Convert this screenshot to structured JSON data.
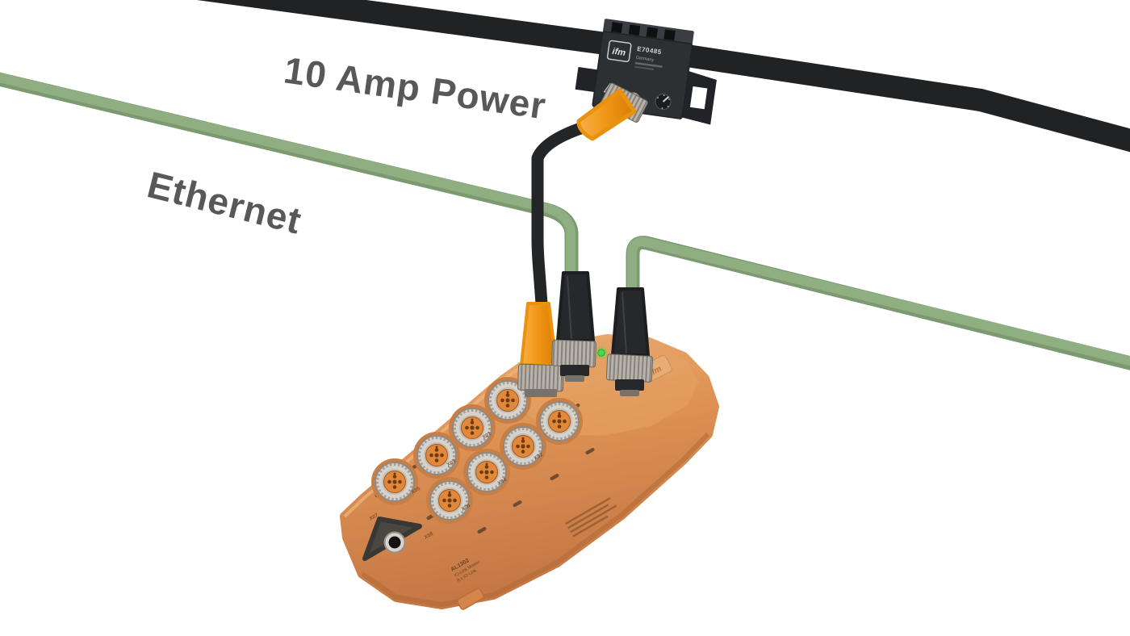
{
  "brand": "ifm",
  "labels": {
    "power_line": "10 Amp Power",
    "ethernet_line": "Ethernet"
  },
  "power_tap": {
    "model": "E70485",
    "origin": "Germany"
  },
  "module": {
    "print_line1": "AL1302",
    "print_line2": "IO-Link Master",
    "print_line3": "8 x IO-Link",
    "ports": [
      {
        "label": "X01"
      },
      {
        "label": "X02"
      },
      {
        "label": "X03"
      },
      {
        "label": "X04"
      },
      {
        "label": "X05"
      },
      {
        "label": "X06"
      },
      {
        "label": "X07"
      },
      {
        "label": "X08"
      }
    ]
  },
  "colors": {
    "power_cable": "#202224",
    "ethernet_cable": "#8cab7e",
    "module_body": "#dd9154",
    "connector_boot": "#f49d1d",
    "label_text": "#58585a",
    "led_green": "#3fe04c",
    "tap_body": "#2d3033"
  }
}
